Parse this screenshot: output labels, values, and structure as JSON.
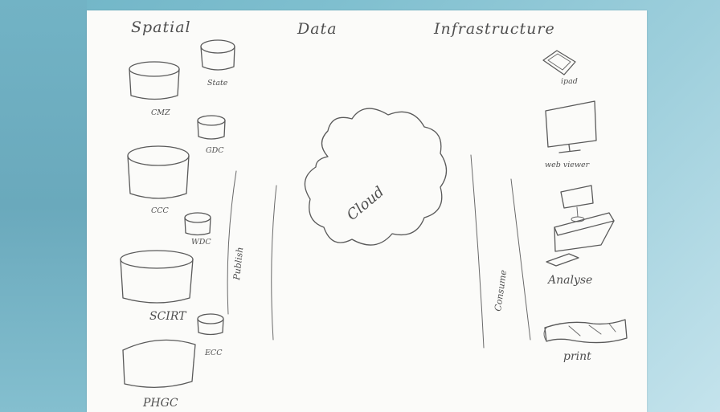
{
  "title_words": [
    "Spatial",
    "Data",
    "Infrastructure"
  ],
  "providers": {
    "state": "State",
    "cmz": "CMZ",
    "gdc_1": "GDC",
    "ccc": "CCC",
    "wdc": "WDC",
    "scirt": "SCIRT",
    "ecc": "ECC",
    "hgc": "PHGC"
  },
  "publish_label": "Publish",
  "cloud_label": "Cloud",
  "consume_label": "Consume",
  "consumers": {
    "ipad": "ipad",
    "web_viewer": "web viewer",
    "analyse": "Analyse",
    "print": "print"
  }
}
